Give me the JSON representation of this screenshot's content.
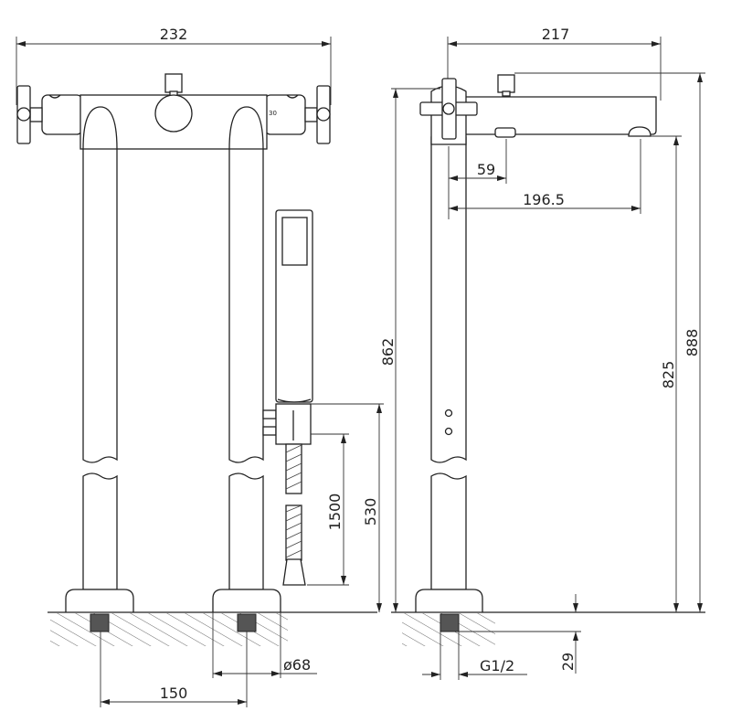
{
  "drawing": {
    "front_view": {
      "width_dim": "232",
      "temperature_mark": "30",
      "leg_spacing_dim": "150",
      "base_diameter_dim": "ø68",
      "hose_length_dim": "1500",
      "holder_height_dim": "530"
    },
    "side_view": {
      "projection_dim": "217",
      "aerator_offset_dim": "59",
      "spout_reach_dim": "196.5",
      "handle_height_dim": "862",
      "outlet_height_dim": "825",
      "total_height_dim": "888",
      "thread_depth_dim": "29",
      "thread_size": "G1/2"
    }
  }
}
